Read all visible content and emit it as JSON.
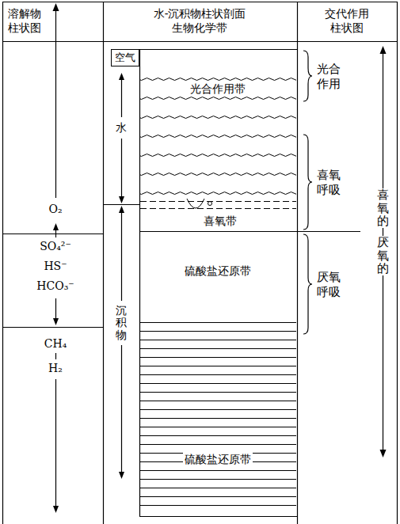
{
  "diagram": {
    "nodes": [
      {
        "text": [
          "溶解物 柱状图"
        ]
      },
      {
        "text": [
          "水-沉积物柱状剖面 生物化学带"
        ]
      },
      {
        "text": [
          "交代作用 柱状图"
        ]
      },
      {
        "text": [
          "O₂"
        ],
        "in": 0
      },
      {
        "text": [
          "SO₄²⁻",
          "HS⁻",
          "HCO₃⁻"
        ],
        "in": 0
      },
      {
        "text": [
          "CH₄",
          "H₂"
        ],
        "in": 0
      },
      {
        "text": [
          "空气"
        ],
        "in": 1
      },
      {
        "text": [
          "光合作用带"
        ],
        "in": 1
      },
      {
        "text": [
          "喜氧带"
        ],
        "in": 1
      },
      {
        "text": [
          "硫酸盐还原带"
        ],
        "in": 1
      },
      {
        "text": [
          "硫酸盐还原带"
        ],
        "in": 1
      }
    ],
    "labels": [
      "水",
      "沉积物",
      "光合 作用",
      "喜氧 呼吸",
      "厌氧 呼吸",
      "喜氧的",
      "厌氧的"
    ]
  }
}
